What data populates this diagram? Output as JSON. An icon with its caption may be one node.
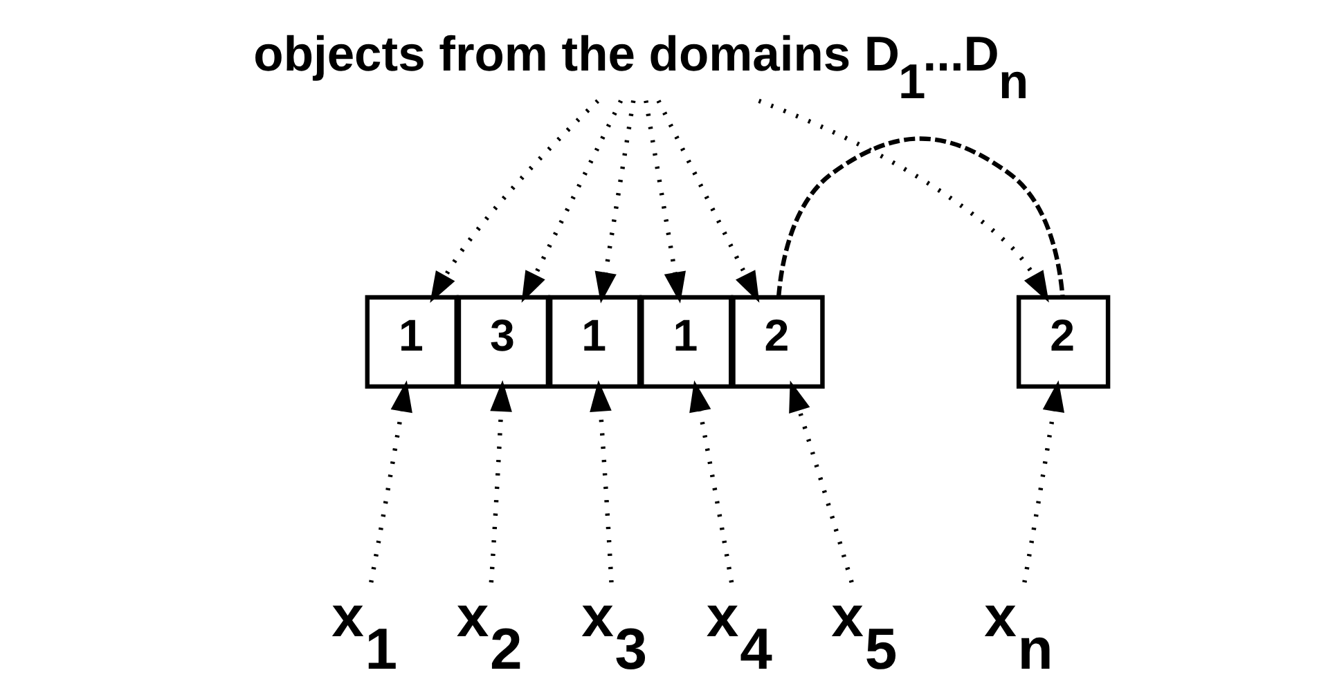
{
  "diagram": {
    "nodes": [
      {
        "text": [
          "objects from the domains D$_{1}$...D$_{n}$"
        ]
      },
      {
        "text": [
          "1"
        ]
      },
      {
        "text": [
          "3"
        ]
      },
      {
        "text": [
          "1"
        ]
      },
      {
        "text": [
          "1"
        ]
      },
      {
        "text": [
          "2"
        ]
      },
      {
        "text": [
          "2"
        ]
      },
      {
        "text": [
          "x$_{1}$"
        ]
      },
      {
        "text": [
          "x$_{2}$"
        ]
      },
      {
        "text": [
          "x$_{3}$"
        ]
      },
      {
        "text": [
          "x$_{4}$"
        ]
      },
      {
        "text": [
          "x$_{5}$"
        ]
      },
      {
        "text": [
          "x$_{n}$"
        ]
      }
    ],
    "edges": [
      {
        "from": 0,
        "to": 1,
        "arrow": "to",
        "style": "dashed"
      },
      {
        "from": 0,
        "to": 2,
        "arrow": "to",
        "style": "dashed"
      },
      {
        "from": 0,
        "to": 3,
        "arrow": "to",
        "style": "dashed"
      },
      {
        "from": 0,
        "to": 4,
        "arrow": "to",
        "style": "dashed"
      },
      {
        "from": 0,
        "to": 5,
        "arrow": "to",
        "style": "dashed"
      },
      {
        "from": 0,
        "to": 6,
        "arrow": "to",
        "style": "dashed"
      },
      {
        "from": 5,
        "to": 6,
        "arrow": "none",
        "style": "dashed"
      },
      {
        "from": 7,
        "to": 1,
        "arrow": "to",
        "style": "dashed"
      },
      {
        "from": 8,
        "to": 2,
        "arrow": "to",
        "style": "dashed"
      },
      {
        "from": 9,
        "to": 3,
        "arrow": "to",
        "style": "dashed"
      },
      {
        "from": 10,
        "to": 4,
        "arrow": "to",
        "style": "dashed"
      },
      {
        "from": 11,
        "to": 5,
        "arrow": "to",
        "style": "dashed"
      },
      {
        "from": 12,
        "to": 6,
        "arrow": "to",
        "style": "dashed"
      }
    ]
  }
}
